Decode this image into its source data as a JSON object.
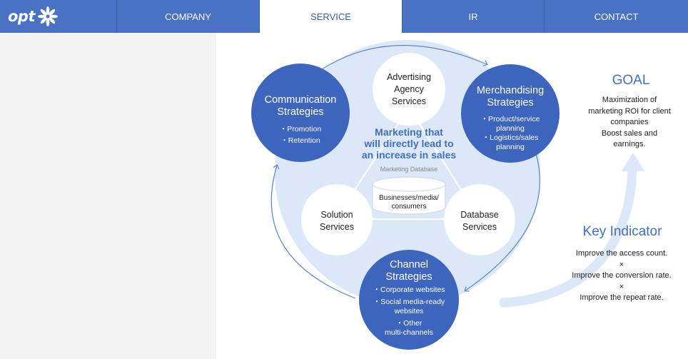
{
  "nav": {
    "logo_text": "opt",
    "items": [
      {
        "label": "COMPANY",
        "active": false
      },
      {
        "label": "SERVICE",
        "active": true
      },
      {
        "label": "IR",
        "active": false
      },
      {
        "label": "CONTACT",
        "active": false
      }
    ]
  },
  "diagram": {
    "communication": {
      "title1": "Communication",
      "title2": "Strategies",
      "bullets": [
        "・Promotion",
        "・Retention"
      ]
    },
    "advertising": {
      "line1": "Advertising",
      "line2": "Agency",
      "line3": "Services"
    },
    "merchandising": {
      "title1": "Merchandising",
      "title2": "Strategies",
      "b1a": "・Product/service",
      "b1b": "planning",
      "b2a": "・Logistics/sales",
      "b2b": "planning"
    },
    "center": {
      "line1": "Marketing that",
      "line2": "will directly lead to",
      "line3": "an increase in sales"
    },
    "database_label": "Marketing Database",
    "cylinder": {
      "line1": "Businesses/media/",
      "line2": "consumers"
    },
    "solution": {
      "line1": "Solution",
      "line2": "Services"
    },
    "database": {
      "line1": "Database",
      "line2": "Services"
    },
    "channel": {
      "title1": "Channel",
      "title2": "Strategies",
      "b1": "・Corporate websites",
      "b2a": "・Social media-ready",
      "b2b": "websites",
      "b3a": "・Other",
      "b3b": "multi-channels"
    }
  },
  "goal": {
    "title": "GOAL",
    "lines": [
      "Maximization of",
      "marketing ROI for client",
      "companies",
      "Boost sales and",
      "earnings."
    ]
  },
  "key_indicator": {
    "title": "Key Indicator",
    "lines": [
      "Improve the access count.",
      "×",
      "Improve the conversion rate.",
      "×",
      "Improve the repeat rate."
    ]
  },
  "colors": {
    "nav_blue": "#4a72c4",
    "dark_circle": "#3e65be",
    "light_circle": "#dce8f7",
    "accent_text": "#3f6fbf"
  }
}
